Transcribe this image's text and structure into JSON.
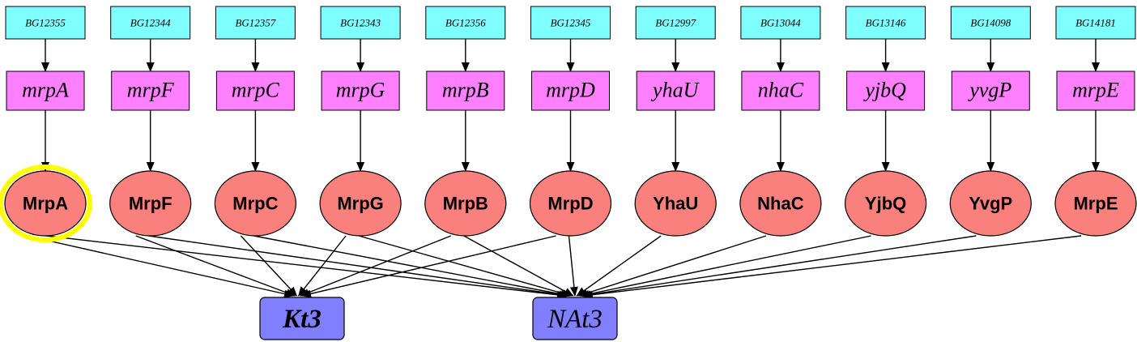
{
  "colors": {
    "bg_box_fill": "#80ffff",
    "gene_box_fill": "#ff80ff",
    "protein_fill": "#f9807c",
    "protein_highlight_ring": "#ffff00",
    "reaction_fill": "#8080ff",
    "stroke": "#000000"
  },
  "columns": [
    {
      "bg": "BG12355",
      "gene": "mrpA",
      "protein": "MrpA",
      "highlighted": true,
      "targets": [
        "Kt3",
        "NAt3"
      ]
    },
    {
      "bg": "BG12344",
      "gene": "mrpF",
      "protein": "MrpF",
      "highlighted": false,
      "targets": [
        "Kt3",
        "NAt3"
      ]
    },
    {
      "bg": "BG12357",
      "gene": "mrpC",
      "protein": "MrpC",
      "highlighted": false,
      "targets": [
        "Kt3",
        "NAt3"
      ]
    },
    {
      "bg": "BG12343",
      "gene": "mrpG",
      "protein": "MrpG",
      "highlighted": false,
      "targets": [
        "Kt3",
        "NAt3"
      ]
    },
    {
      "bg": "BG12356",
      "gene": "mrpB",
      "protein": "MrpB",
      "highlighted": false,
      "targets": [
        "Kt3",
        "NAt3"
      ]
    },
    {
      "bg": "BG12345",
      "gene": "mrpD",
      "protein": "MrpD",
      "highlighted": false,
      "targets": [
        "Kt3",
        "NAt3"
      ]
    },
    {
      "bg": "BG12997",
      "gene": "yhaU",
      "protein": "YhaU",
      "highlighted": false,
      "targets": [
        "NAt3"
      ]
    },
    {
      "bg": "BG13044",
      "gene": "nhaC",
      "protein": "NhaC",
      "highlighted": false,
      "targets": [
        "NAt3"
      ]
    },
    {
      "bg": "BG13146",
      "gene": "yjbQ",
      "protein": "YjbQ",
      "highlighted": false,
      "targets": [
        "NAt3"
      ]
    },
    {
      "bg": "BG14098",
      "gene": "yvgP",
      "protein": "YvgP",
      "highlighted": false,
      "targets": [
        "NAt3"
      ]
    },
    {
      "bg": "BG14181",
      "gene": "mrpE",
      "protein": "MrpE",
      "highlighted": false,
      "targets": [
        "NAt3"
      ]
    }
  ],
  "reactions": [
    {
      "id": "Kt3",
      "label": "Kt3",
      "bold": true
    },
    {
      "id": "NAt3",
      "label": "NAt3",
      "bold": false
    }
  ]
}
